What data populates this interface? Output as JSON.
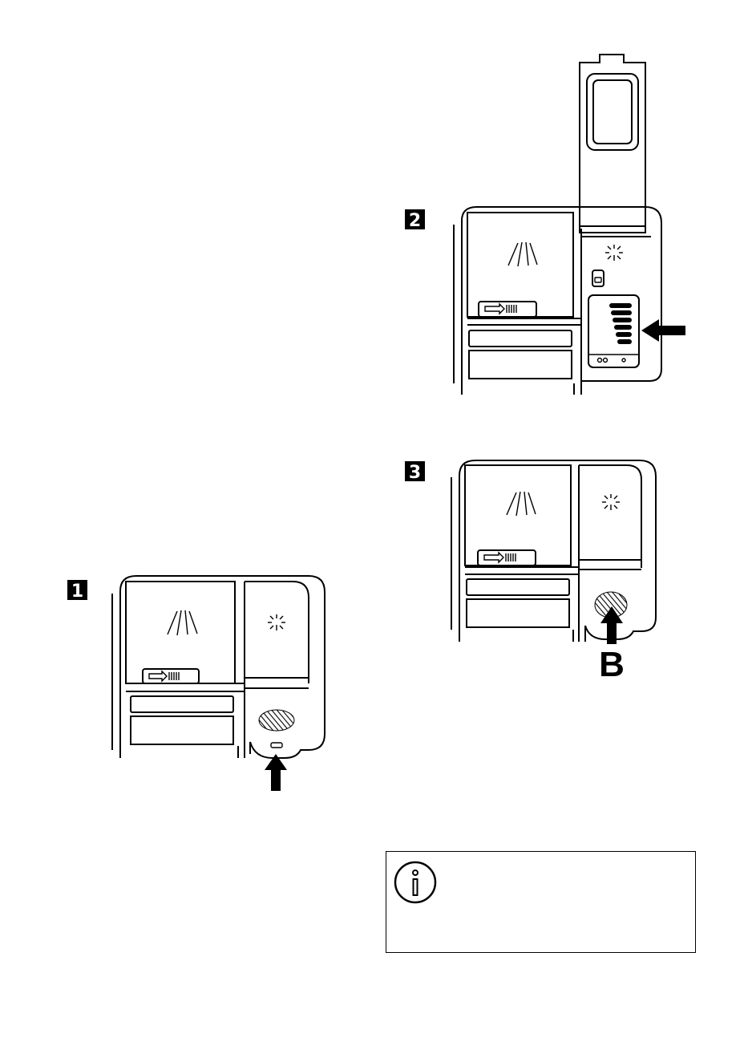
{
  "steps": [
    {
      "number": "1"
    },
    {
      "number": "2"
    },
    {
      "number": "3"
    }
  ],
  "callouts": {
    "b": "B"
  },
  "icons": {
    "detergent": "detergent-spray-icon",
    "rinse_aid": "rinse-aid-sparkle-icon",
    "info": "info-icon"
  },
  "colors": {
    "ink": "#000000",
    "paper": "#ffffff"
  }
}
